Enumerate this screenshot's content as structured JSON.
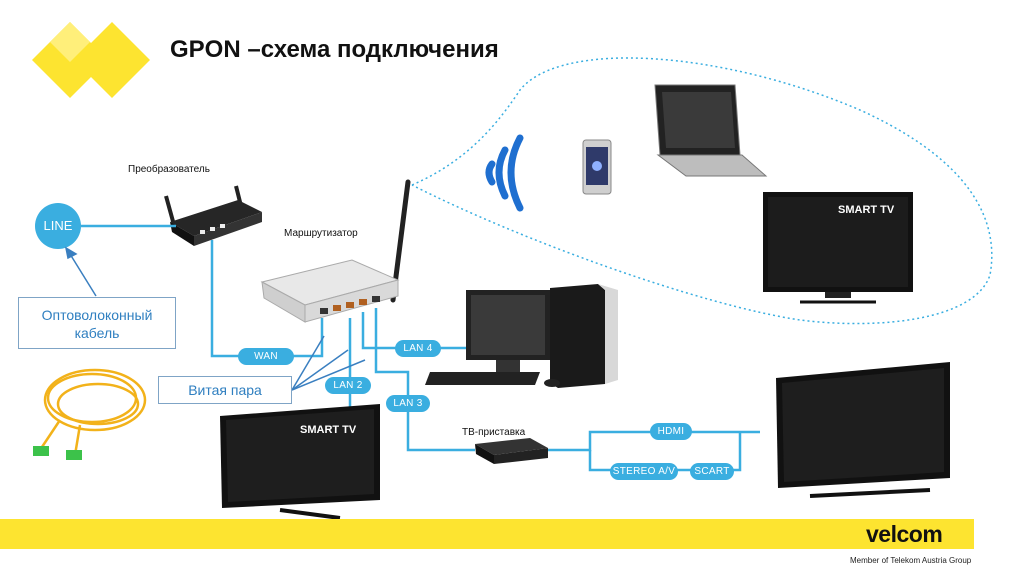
{
  "title": "GPON –схема подключения",
  "labels": {
    "converter": "Преобразователь",
    "router": "Маршрутизатор",
    "settop": "ТВ-приставка",
    "line": "LINE",
    "fiber_cable": "Оптоволоконный кабель",
    "twisted_pair": "Витая пара",
    "smart_tv": "SMART TV"
  },
  "ports": {
    "wan": "WAN",
    "lan4": "LAN 4",
    "lan2": "LAN 2",
    "lan3": "LAN 3",
    "hdmi": "HDMI",
    "stereo": "STEREO A/V",
    "scart": "SCART"
  },
  "footer": {
    "logo": "velcom",
    "member": "Member of Telekom Austria Group"
  },
  "colors": {
    "accent_yellow": "#fde430",
    "line_blue": "#3aaee0",
    "wifi_blue": "#1f6fd0"
  }
}
